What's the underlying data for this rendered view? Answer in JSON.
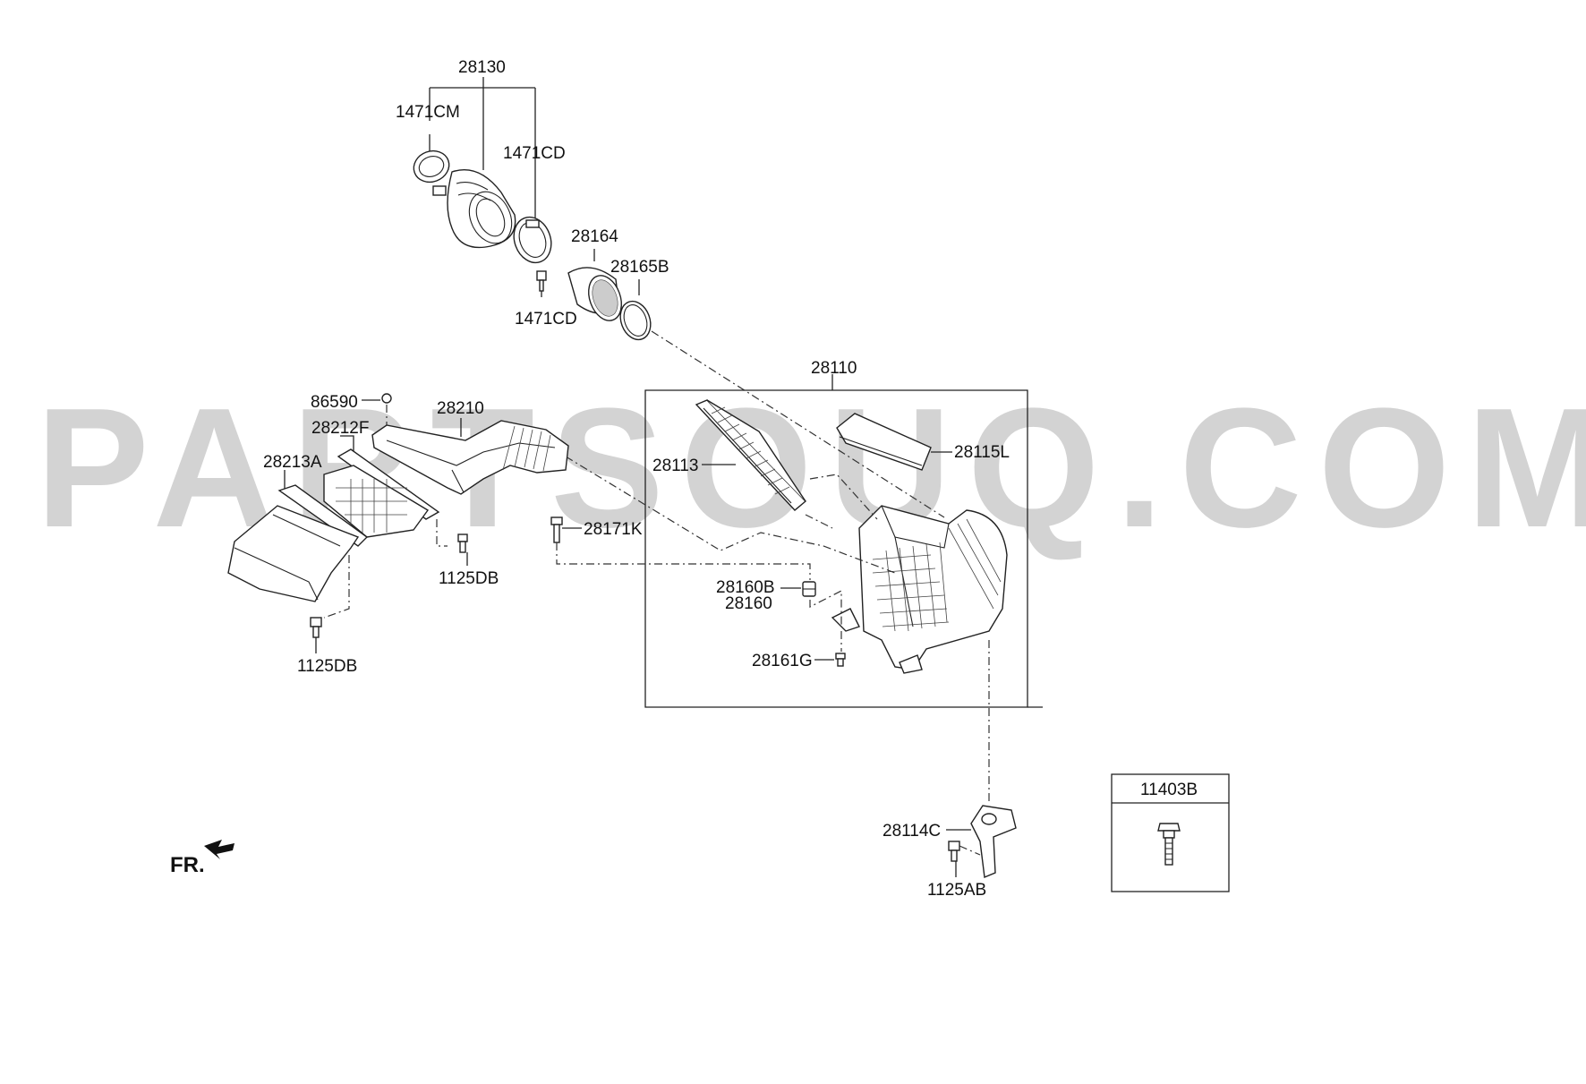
{
  "watermark": "PARTSOUQ.COM",
  "front_marker": "FR.",
  "inset": {
    "title": "11403B"
  },
  "labels": {
    "p28130": "28130",
    "p1471CM": "1471CM",
    "p1471CD_top": "1471CD",
    "p28164": "28164",
    "p28165B": "28165B",
    "p1471CD_bot": "1471CD",
    "p28110": "28110",
    "p86590": "86590",
    "p28210": "28210",
    "p28212F": "28212F",
    "p28213A": "28213A",
    "p28113": "28113",
    "p28115L": "28115L",
    "p28171K": "28171K",
    "p1125DB_a": "1125DB",
    "p1125DB_b": "1125DB",
    "p28160B": "28160B",
    "p28160": "28160",
    "p28161G": "28161G",
    "p28114C": "28114C",
    "p1125AB": "1125AB"
  }
}
